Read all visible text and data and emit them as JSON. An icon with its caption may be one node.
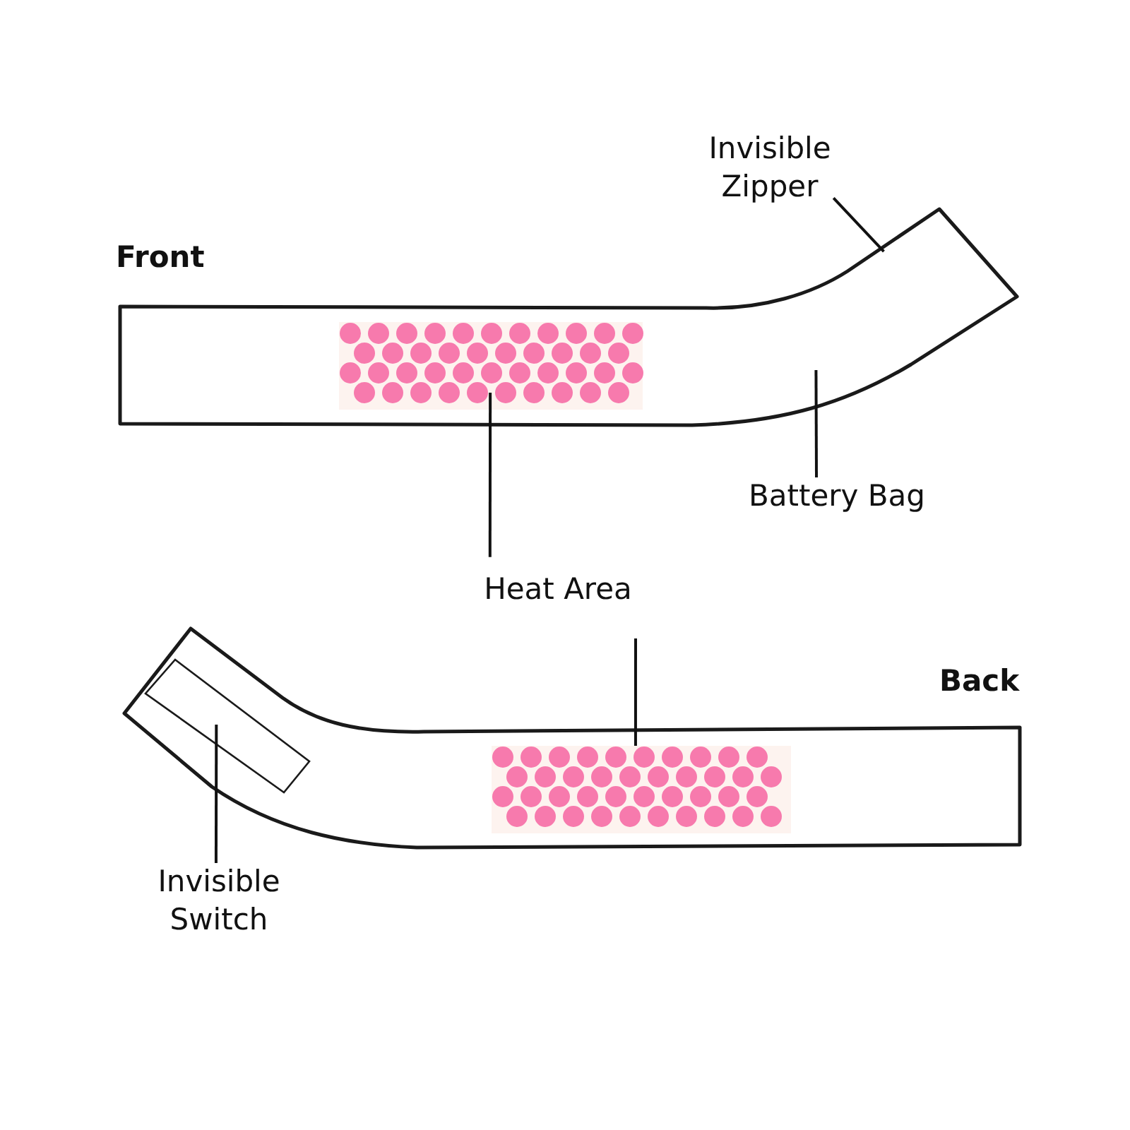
{
  "diagram": {
    "nodes": [
      {
        "text": [
          "Invisible Zipper"
        ]
      },
      {
        "text": [],
        "shape": "bar"
      },
      {
        "text": [],
        "shape": "box",
        "in": 1
      },
      {
        "text": [
          "Battery Bag"
        ]
      },
      {
        "text": [
          "Heat Area"
        ]
      },
      {
        "text": [],
        "shape": "bar"
      },
      {
        "text": [],
        "shape": "box",
        "in": 5
      },
      {
        "text": [],
        "shape": "box",
        "in": 5
      },
      {
        "text": [
          "Invisible Switch"
        ]
      }
    ],
    "edges": [
      {
        "from": 0,
        "to": 1,
        "arrow": "none"
      },
      {
        "from": 3,
        "to": 1,
        "arrow": "none"
      },
      {
        "from": 4,
        "to": 2,
        "arrow": "none"
      },
      {
        "from": 4,
        "to": 7,
        "arrow": "none"
      },
      {
        "from": 8,
        "to": 6,
        "arrow": "none"
      }
    ],
    "labels": [
      "Front",
      "Back"
    ]
  }
}
